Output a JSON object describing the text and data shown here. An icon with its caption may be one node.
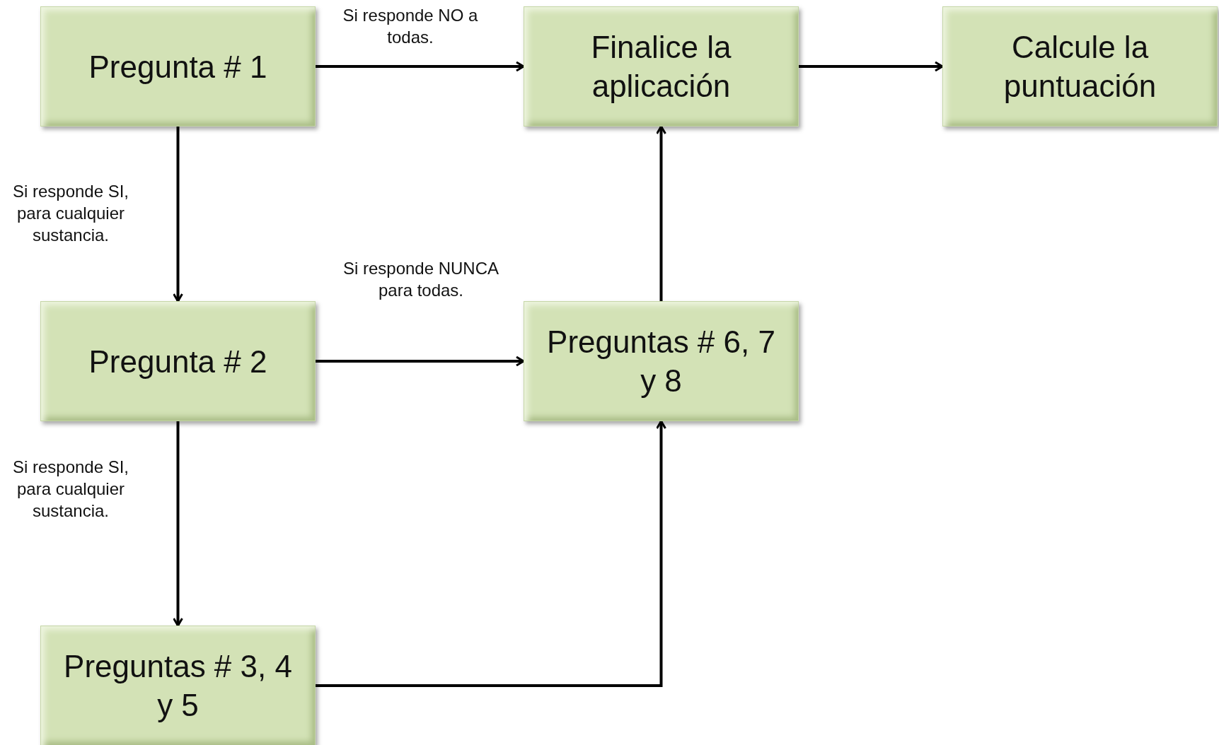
{
  "diagram": {
    "nodes": [
      {
        "text": [
          "Pregunta # 1"
        ]
      },
      {
        "text": [
          "Finalice la aplicación"
        ]
      },
      {
        "text": [
          "Calcule la puntuación"
        ]
      },
      {
        "text": [
          "Pregunta # 2"
        ]
      },
      {
        "text": [
          "Preguntas # 6, 7 y 8"
        ]
      },
      {
        "text": [
          "Preguntas # 3, 4 y 5"
        ]
      }
    ],
    "edges": [
      {
        "from": 0,
        "to": 1,
        "arrow": "to",
        "label": "Si responde NO a todas."
      },
      {
        "from": 1,
        "to": 2,
        "arrow": "to"
      },
      {
        "from": 0,
        "to": 3,
        "arrow": "to",
        "label": "Si responde SI, para cualquier sustancia."
      },
      {
        "from": 3,
        "to": 4,
        "arrow": "to",
        "label": "Si responde NUNCA para todas."
      },
      {
        "from": 3,
        "to": 5,
        "arrow": "to",
        "label": "Si responde SI, para cualquier sustancia."
      },
      {
        "from": 5,
        "to": 4,
        "arrow": "to"
      },
      {
        "from": 4,
        "to": 1,
        "arrow": "to"
      }
    ]
  }
}
